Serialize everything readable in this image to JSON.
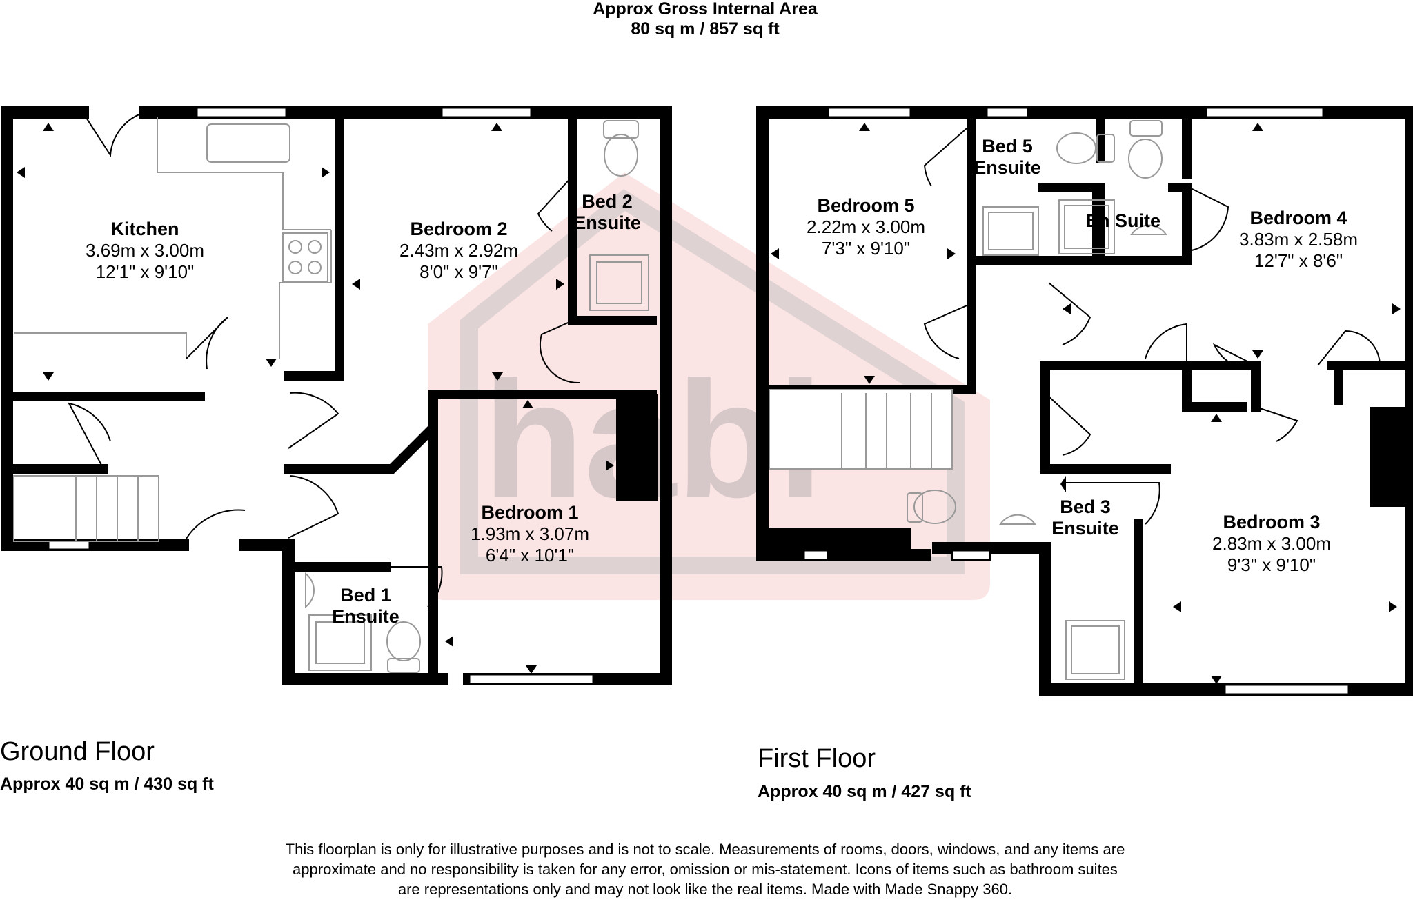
{
  "header": {
    "title": "Approx Gross Internal Area",
    "total_area": "80 sq m / 857 sq ft"
  },
  "floors": [
    {
      "name": "Ground Floor",
      "area": "Approx 40 sq m / 430 sq ft",
      "rooms": [
        {
          "name": "Kitchen",
          "metric": "3.69m x 3.00m",
          "imperial": "12'1\" x 9'10\""
        },
        {
          "name": "Bedroom 2",
          "metric": "2.43m x 2.92m",
          "imperial": "8'0\" x 9'7\""
        },
        {
          "name": "Bed 2",
          "name2": "Ensuite"
        },
        {
          "name": "Bedroom 1",
          "metric": "1.93m x 3.07m",
          "imperial": "6'4\" x 10'1\""
        },
        {
          "name": "Bed 1",
          "name2": "Ensuite"
        }
      ]
    },
    {
      "name": "First Floor",
      "area": "Approx 40 sq m / 427 sq ft",
      "rooms": [
        {
          "name": "Bedroom 5",
          "metric": "2.22m x 3.00m",
          "imperial": "7'3\" x 9'10\""
        },
        {
          "name": "Bed 5",
          "name2": "Ensuite"
        },
        {
          "name": "En Suite"
        },
        {
          "name": "Bedroom 4",
          "metric": "3.83m x 2.58m",
          "imperial": "12'7\" x 8'6\""
        },
        {
          "name": "Bed 3",
          "name2": "Ensuite"
        },
        {
          "name": "Bedroom 3",
          "metric": "2.83m x 3.00m",
          "imperial": "9'3\" x 9'10\""
        }
      ]
    }
  ],
  "watermark": {
    "text": "habi",
    "color": "#f6dede"
  },
  "colors": {
    "wall": "#000000",
    "fixture_stroke": "#999999",
    "watermark": "#f8dcdc",
    "stair_bg": "#ffffff"
  },
  "disclaimer": {
    "line1": "This floorplan is only for illustrative purposes and is not to scale. Measurements of rooms, doors, windows, and any items are",
    "line2": "approximate and no responsibility is taken for any error, omission or mis-statement. Icons of items such as bathroom suites",
    "line3": "are representations only and may not look like the real items. Made with Made Snappy 360."
  }
}
